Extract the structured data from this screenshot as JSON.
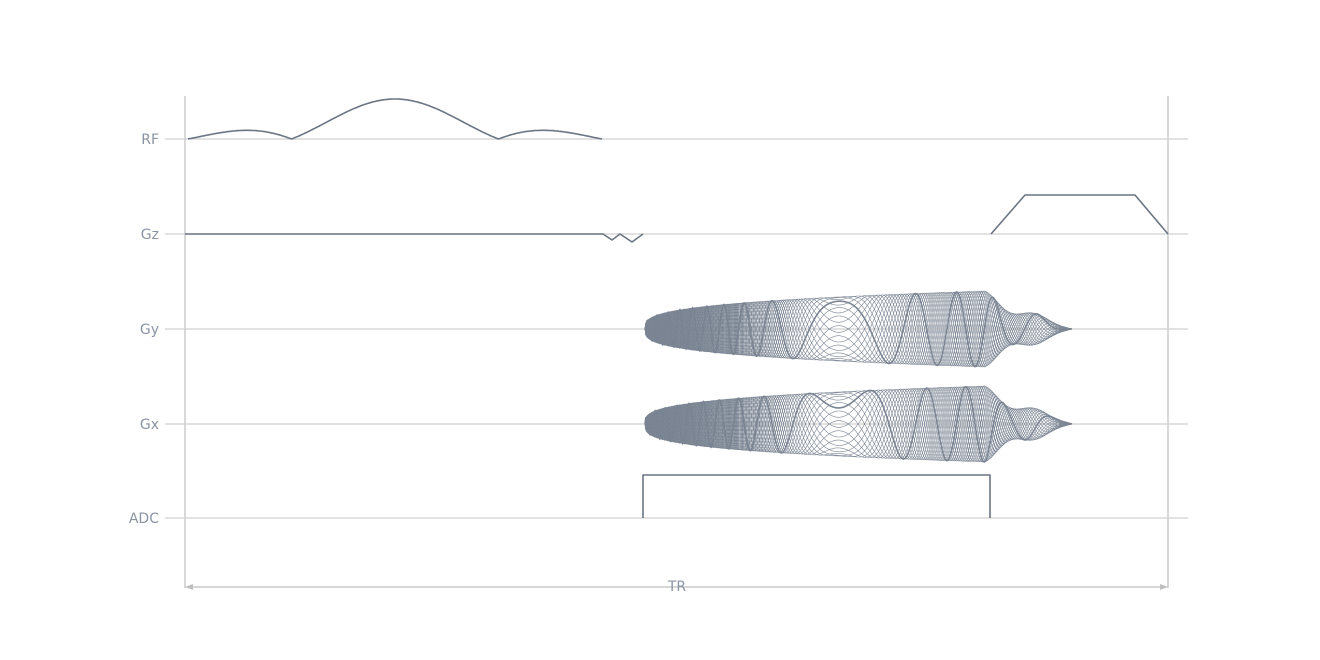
{
  "channels": [
    {
      "id": "rf",
      "label": "RF"
    },
    {
      "id": "gz",
      "label": "Gz"
    },
    {
      "id": "gy",
      "label": "Gy"
    },
    {
      "id": "gx",
      "label": "Gx"
    },
    {
      "id": "adc",
      "label": "ADC"
    }
  ],
  "tr_label": "TR",
  "colors": {
    "waveform": "#6b7583",
    "spiral": "#7a8492",
    "axis": "#d0d0d0",
    "label": "#8a94a2",
    "tr": "#bfbfbf"
  }
}
